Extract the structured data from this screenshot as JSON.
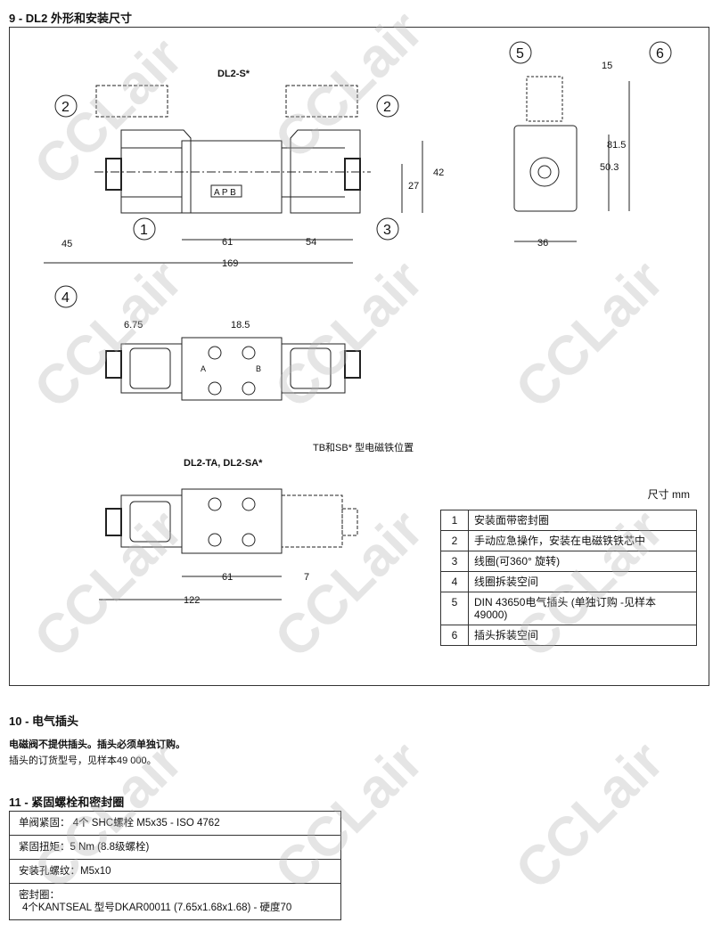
{
  "section9": {
    "title": "9 - DL2 外形和安装尺寸",
    "view1_label": "DL2-S*",
    "view3_label": "DL2-TA,   DL2-SA*",
    "tb_label": "TB和SB* 型电磁铁位置",
    "port_label": "A P B",
    "port_a": "A",
    "port_b": "B",
    "callouts": [
      "1",
      "2",
      "3",
      "4",
      "5",
      "6"
    ],
    "dims": {
      "d42": "42",
      "d27": "27",
      "d61": "61",
      "d54": "54",
      "d169": "169",
      "d45": "45",
      "d6_75": "6.75",
      "d18_5": "18.5",
      "d15": "15",
      "d81_5": "81.5",
      "d50_3": "50.3",
      "d36": "36",
      "d61b": "61",
      "d7": "7",
      "d122": "122"
    },
    "units": "尺寸 mm",
    "legend": [
      {
        "n": "1",
        "text": "安装面带密封圈"
      },
      {
        "n": "2",
        "text": "手动应急操作，安装在电磁铁铁芯中"
      },
      {
        "n": "3",
        "text": "线圈(可360° 旋转)"
      },
      {
        "n": "4",
        "text": "线圈拆装空间"
      },
      {
        "n": "5",
        "text": "DIN 43650电气插头 (单独订购 -见样本 49000)"
      },
      {
        "n": "6",
        "text": "插头拆装空间"
      }
    ]
  },
  "section10": {
    "title": "10 - 电气插头",
    "bold_line": "电磁阀不提供插头。插头必须单独订购。",
    "line": "插头的订货型号，见样本49 000。"
  },
  "section11": {
    "title": "11 - 紧固螺栓和密封圈",
    "rows": [
      "单阀紧固： 4个 SHC螺栓 M5x35 - ISO 4762",
      "紧固扭矩：5 Nm (8.8级螺栓)",
      "安装孔螺纹：M5x10"
    ],
    "seal_label": "密封圈：",
    "seal_value": "4个KANTSEAL 型号DKAR00011 (7.65x1.68x1.68) - 硬度70"
  },
  "watermark": "CCLair"
}
